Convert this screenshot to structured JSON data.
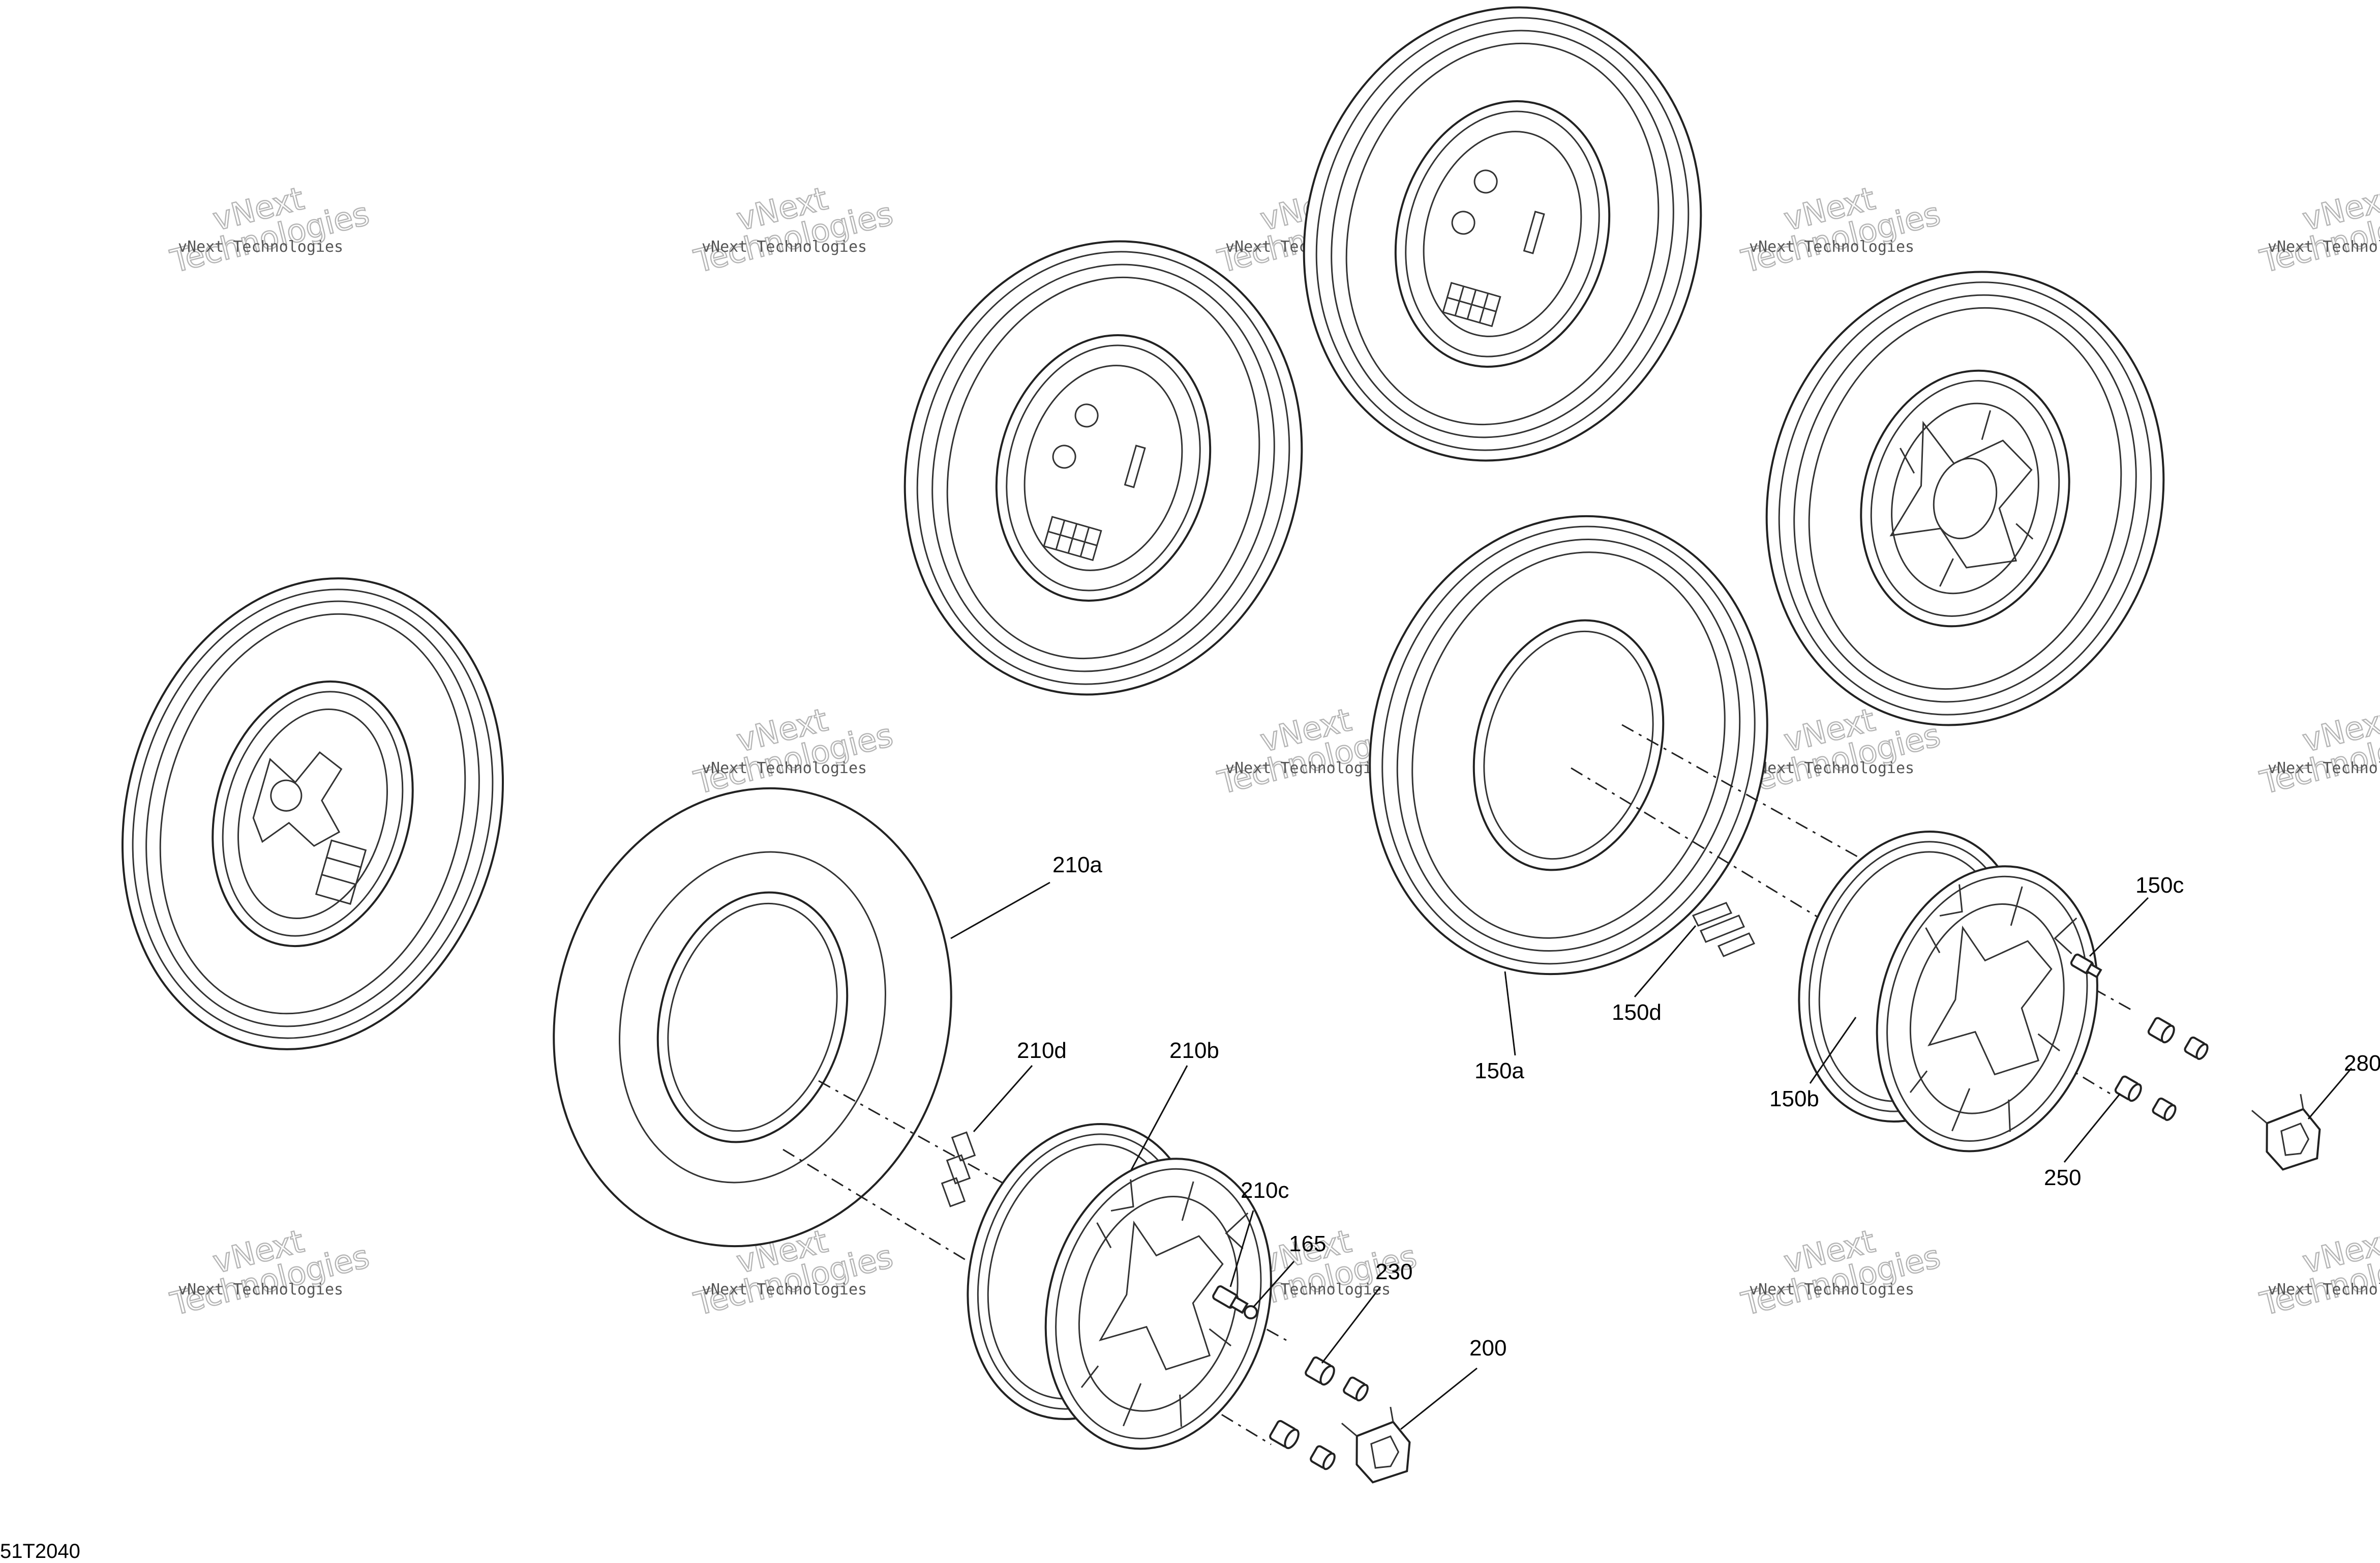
{
  "drawing_ref": "51T2040",
  "watermark": {
    "line1": "vNext Technologies",
    "line2a": "vNext",
    "line2b": "Technologies"
  },
  "callouts": [
    {
      "id": "210a",
      "label": "210a"
    },
    {
      "id": "210d",
      "label": "210d"
    },
    {
      "id": "210b",
      "label": "210b"
    },
    {
      "id": "210c",
      "label": "210c"
    },
    {
      "id": "165",
      "label": "165"
    },
    {
      "id": "230",
      "label": "230"
    },
    {
      "id": "200",
      "label": "200"
    },
    {
      "id": "150a",
      "label": "150a"
    },
    {
      "id": "150d",
      "label": "150d"
    },
    {
      "id": "150b",
      "label": "150b"
    },
    {
      "id": "150c",
      "label": "150c"
    },
    {
      "id": "250",
      "label": "250"
    },
    {
      "id": "280",
      "label": "280"
    }
  ]
}
